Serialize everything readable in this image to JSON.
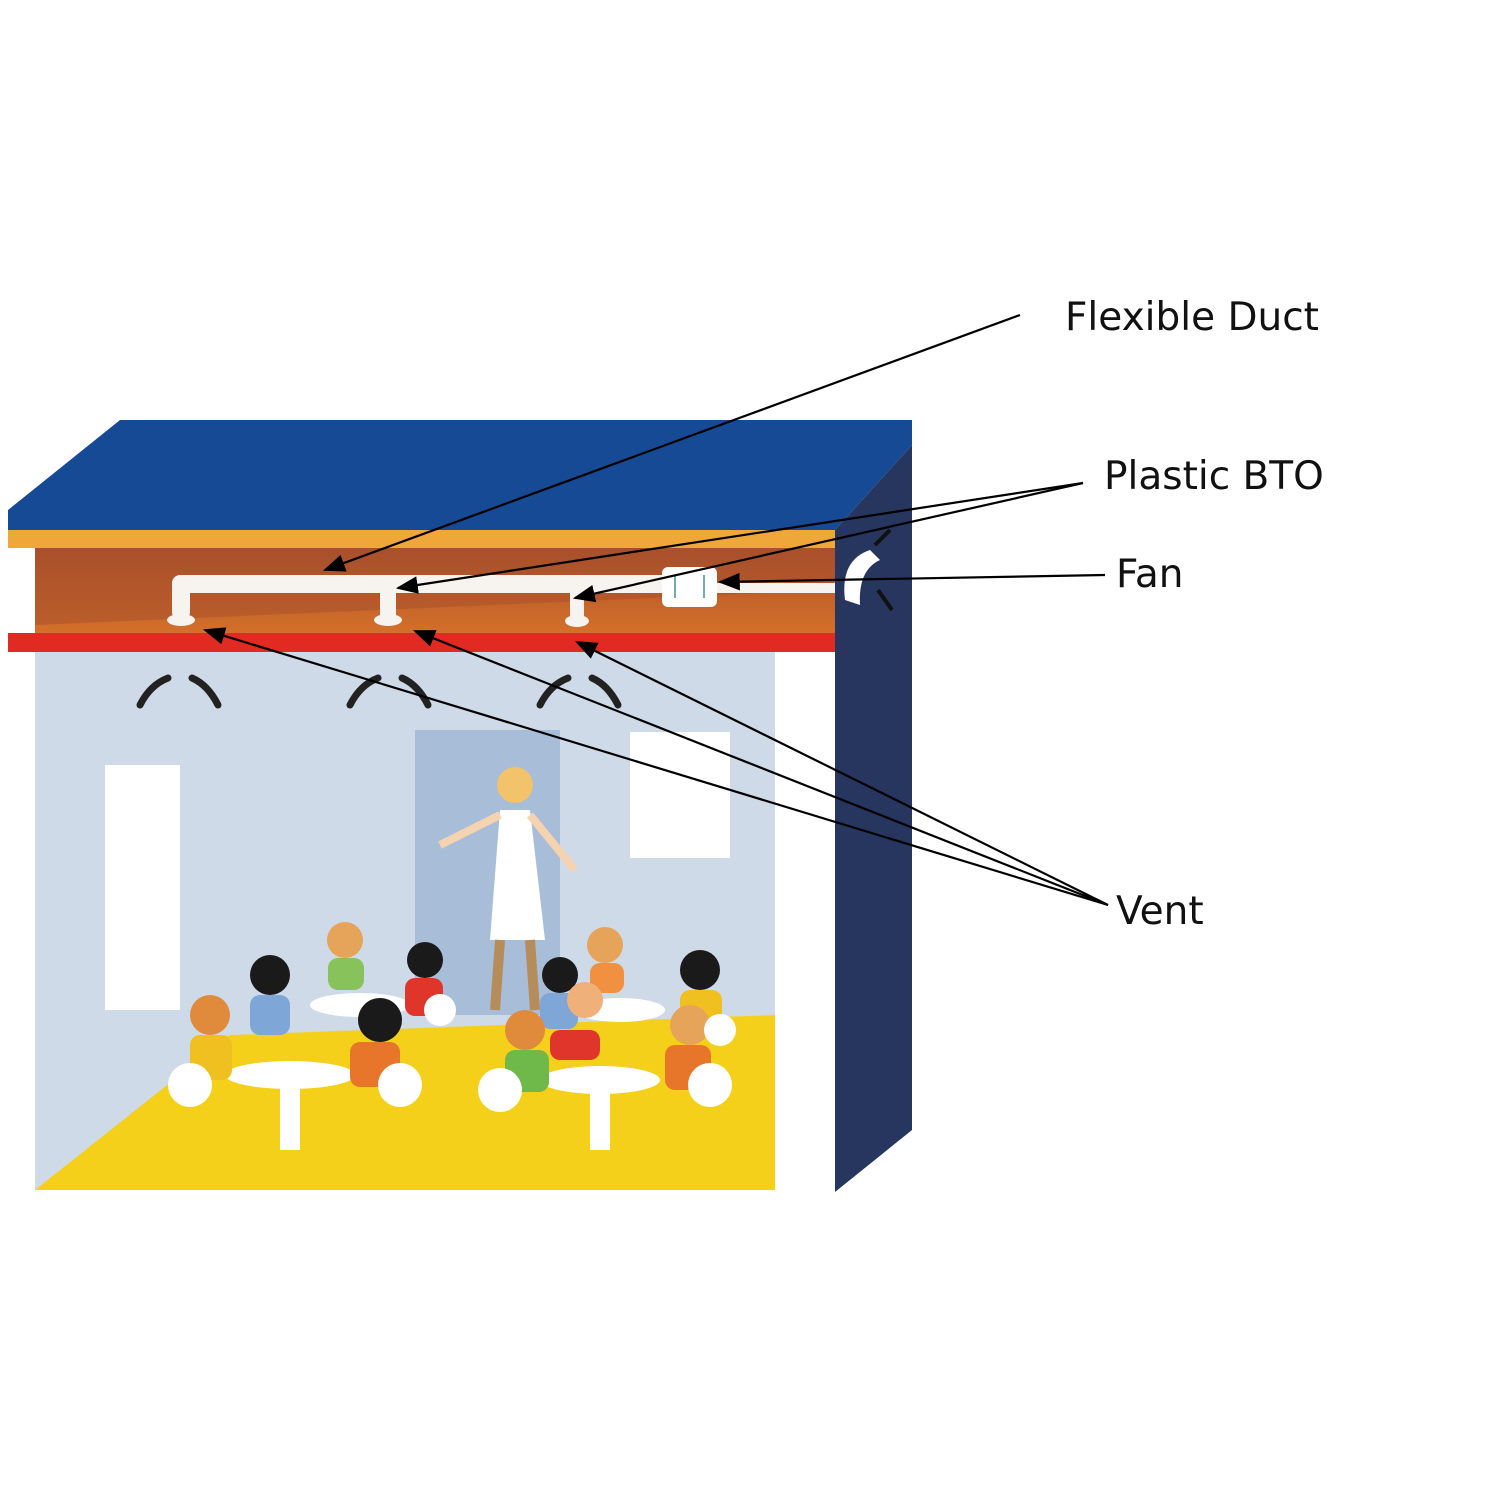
{
  "labels": {
    "flexible_duct": "Flexible Duct",
    "plastic_bto": "Plastic BTO",
    "fan": "Fan",
    "vent": "Vent"
  },
  "colors": {
    "roof": "#174a94",
    "side": "#27365f",
    "attic": "#b35a2b",
    "ceiling": "#e02a22",
    "insulation": "#f0a73a",
    "wall": "#cfdae8",
    "floor": "#f5d01a",
    "duct": "#f7f3ee"
  }
}
